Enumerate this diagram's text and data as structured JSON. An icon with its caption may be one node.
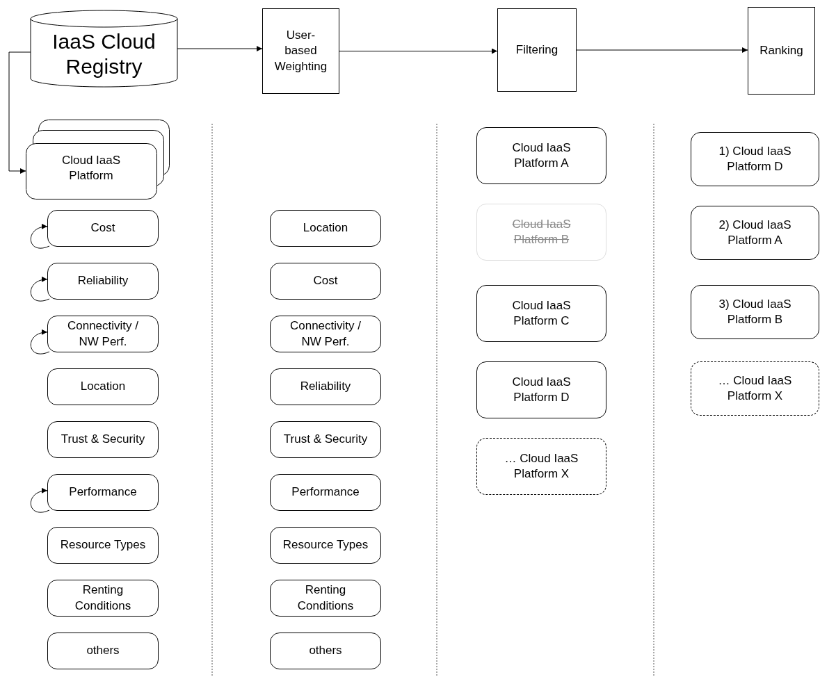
{
  "diagram": {
    "nodes": [
      {
        "text": [
          "IaaS Cloud Registry"
        ]
      },
      {
        "text": [
          "User-based Weighting"
        ]
      },
      {
        "text": [
          "Filtering"
        ]
      },
      {
        "text": [
          "Ranking"
        ]
      },
      {
        "text": [
          "Cloud IaaS Platform"
        ]
      },
      {
        "text": [
          "Cost"
        ]
      },
      {
        "text": [
          "Reliability"
        ]
      },
      {
        "text": [
          "Connectivity / NW Perf."
        ]
      },
      {
        "text": [
          "Location"
        ]
      },
      {
        "text": [
          "Trust & Security"
        ]
      },
      {
        "text": [
          "Performance"
        ]
      },
      {
        "text": [
          "Resource Types"
        ]
      },
      {
        "text": [
          "Renting Conditions"
        ]
      },
      {
        "text": [
          "others"
        ]
      },
      {
        "text": [
          "Location"
        ]
      },
      {
        "text": [
          "Cost"
        ]
      },
      {
        "text": [
          "Connectivity / NW Perf."
        ]
      },
      {
        "text": [
          "Reliability"
        ]
      },
      {
        "text": [
          "Trust & Security"
        ]
      },
      {
        "text": [
          "Performance"
        ]
      },
      {
        "text": [
          "Resource Types"
        ]
      },
      {
        "text": [
          "Renting Conditions"
        ]
      },
      {
        "text": [
          "others"
        ]
      },
      {
        "text": [
          "Cloud IaaS Platform A"
        ]
      },
      {
        "text": [
          "Cloud IaaS Platform B"
        ]
      },
      {
        "text": [
          "Cloud IaaS Platform C"
        ]
      },
      {
        "text": [
          "Cloud IaaS Platform D"
        ]
      },
      {
        "text": [
          "… Cloud IaaS Platform X"
        ]
      },
      {
        "text": [
          "1) Cloud IaaS Platform D"
        ]
      },
      {
        "text": [
          "2) Cloud IaaS Platform A"
        ]
      },
      {
        "text": [
          "3) Cloud IaaS Platform B"
        ]
      },
      {
        "text": [
          "… Cloud IaaS Platform X"
        ]
      }
    ],
    "edges": [
      {
        "from": 0,
        "to": 1,
        "arrow": "to"
      },
      {
        "from": 1,
        "to": 2,
        "arrow": "to"
      },
      {
        "from": 2,
        "to": 3,
        "arrow": "to"
      },
      {
        "from": 0,
        "to": 4,
        "arrow": "to"
      },
      {
        "from": 5,
        "to": 5,
        "arrow": "to"
      },
      {
        "from": 6,
        "to": 6,
        "arrow": "to"
      },
      {
        "from": 7,
        "to": 7,
        "arrow": "to"
      },
      {
        "from": 10,
        "to": 10,
        "arrow": "to"
      }
    ]
  }
}
